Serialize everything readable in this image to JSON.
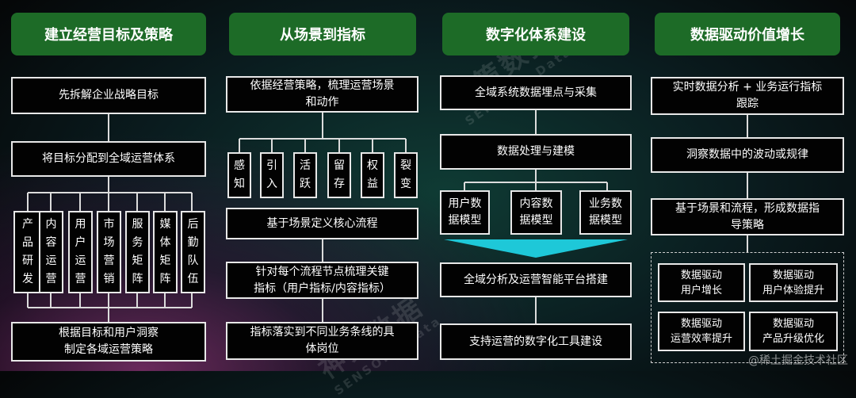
{
  "columns": [
    {
      "header": "建立经营目标及策略",
      "top_box": "先拆解企业战略目标",
      "mid_box": "将目标分配到全域运营体系",
      "sub_items": [
        "产品研发",
        "内容运营",
        "用户运营",
        "市场营销",
        "服务矩阵",
        "媒体矩阵",
        "后勤队伍"
      ],
      "bottom_box": "根据目标和用户洞察\n制定各域运营策略"
    },
    {
      "header": "从场景到指标",
      "top_box": "依据经营策略，梳理运营场景\n和动作",
      "sub_items": [
        "感知",
        "引入",
        "活跃",
        "留存",
        "权益",
        "裂变"
      ],
      "box_3": "基于场景定义核心流程",
      "box_4": "针对每个流程节点梳理关键\n指标（用户指标/内容指标）",
      "box_5": "指标落实到不同业务条线的具\n体岗位"
    },
    {
      "header": "数字化体系建设",
      "box_1": "全域系统数据埋点与采集",
      "box_2": "数据处理与建模",
      "models": [
        "用户数\n据模型",
        "内容数\n据模型",
        "业务数\n据模型"
      ],
      "box_4": "全域分析及运营智能平台搭建",
      "box_5": "支持运营的数字化工具建设"
    },
    {
      "header": "数据驱动价值增长",
      "box_1": "实时数据分析 + 业务运行指标\n跟踪",
      "box_2": "洞察数据中的波动或规律",
      "box_3": "基于场景和流程，形成数据指\n导策略",
      "drivers": [
        "数据驱动\n用户增长",
        "数据驱动\n用户体验提升",
        "数据驱动\n运营效率提升",
        "数据驱动\n产品升级优化"
      ]
    }
  ],
  "watermark": {
    "cn": "神策数据",
    "en": "SENSORS Data"
  },
  "credit": "@稀土掘金技术社区",
  "colors": {
    "header_bg": "#1d6b27",
    "arrow": "#1ec8d8",
    "box_border": "#e8e8e8"
  }
}
